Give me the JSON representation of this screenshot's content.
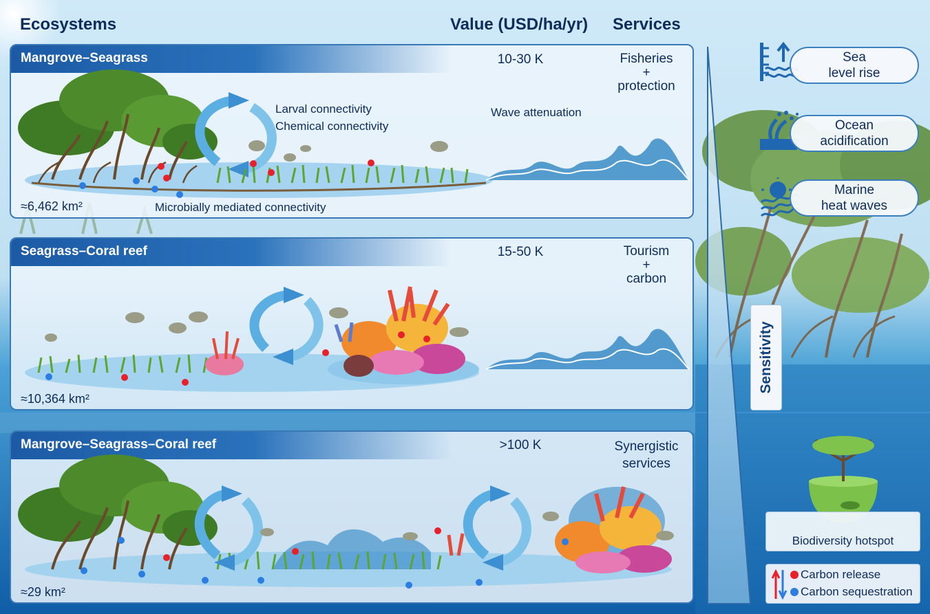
{
  "headers": {
    "ecosystems": "Ecosystems",
    "value": "Value (USD/ha/yr)",
    "services": "Services"
  },
  "panels": [
    {
      "title": "Mangrove–Seagrass",
      "value": "10-30 K",
      "services": [
        "Fisheries",
        "+",
        "protection"
      ],
      "area": "≈6,462 km²",
      "labels": {
        "larval": "Larval connectivity",
        "chemical": "Chemical connectivity",
        "microbial": "Microbially mediated connectivity",
        "wave": "Wave attenuation"
      }
    },
    {
      "title": "Seagrass–Coral reef",
      "value": "15-50 K",
      "services": [
        "Tourism",
        "+",
        "carbon"
      ],
      "area": "≈10,364 km²"
    },
    {
      "title": "Mangrove–Seagrass–Coral reef",
      "value": ">100 K",
      "services": [
        "Synergistic",
        "services"
      ],
      "area": "≈29 km²"
    }
  ],
  "threats": [
    {
      "line1": "Sea",
      "line2": "level rise",
      "icon": "sea-level-rise-icon"
    },
    {
      "line1": "Ocean",
      "line2": "acidification",
      "icon": "ocean-acidification-icon"
    },
    {
      "line1": "Marine",
      "line2": "heat waves",
      "icon": "marine-heat-wave-icon"
    }
  ],
  "sensitivity": "Sensitivity",
  "hotspot": "Biodiversity hotspot",
  "legend": {
    "release": "Carbon release",
    "sequestration": "Carbon sequestration"
  },
  "colors": {
    "navy": "#0d2c5a",
    "band_blue": "#1c5aa5",
    "release_red": "#e8202a",
    "sequestration_blue": "#2b7de0",
    "seagrass_green": "#5aa62e",
    "mangrove_green": "#3f7a24"
  }
}
